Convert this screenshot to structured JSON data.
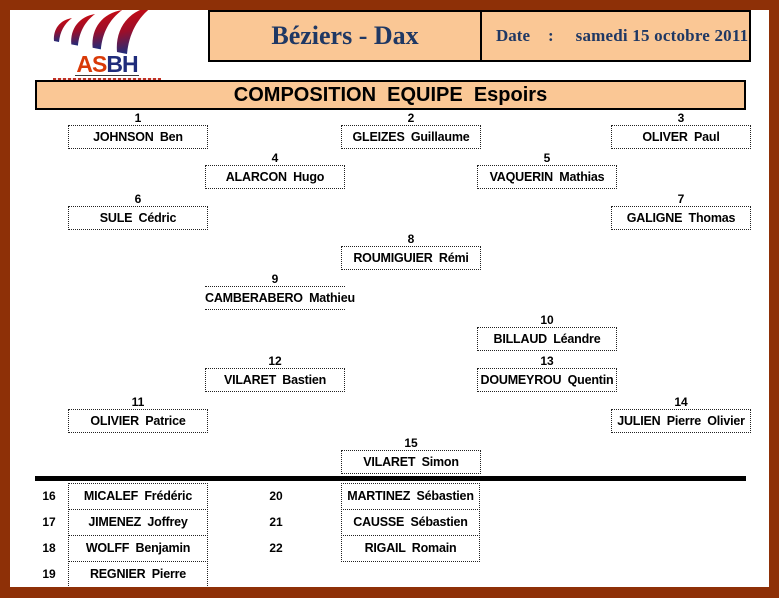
{
  "logo": {
    "as": "AS",
    "bh": "BH"
  },
  "header": {
    "match_title": "Béziers - Dax",
    "date_label": "Date",
    "date_colon": ":",
    "date_value": "samedi 15 octobre 2011"
  },
  "section_title": "COMPOSITION  EQUIPE  Espoirs",
  "starters": [
    {
      "num": "1",
      "name": "JOHNSON Ben"
    },
    {
      "num": "2",
      "name": "GLEIZES Guillaume"
    },
    {
      "num": "3",
      "name": "OLIVER Paul"
    },
    {
      "num": "4",
      "name": "ALARCON Hugo"
    },
    {
      "num": "5",
      "name": "VAQUERIN Mathias"
    },
    {
      "num": "6",
      "name": "SULE Cédric"
    },
    {
      "num": "7",
      "name": "GALIGNE Thomas"
    },
    {
      "num": "8",
      "name": "ROUMIGUIER Rémi"
    },
    {
      "num": "9",
      "name": "CAMBERABERO Mathieu"
    },
    {
      "num": "10",
      "name": "BILLAUD Léandre"
    },
    {
      "num": "11",
      "name": "OLIVIER Patrice"
    },
    {
      "num": "12",
      "name": "VILARET Bastien"
    },
    {
      "num": "13",
      "name": "DOUMEYROU Quentin"
    },
    {
      "num": "14",
      "name": "JULIEN Pierre Olivier"
    },
    {
      "num": "15",
      "name": "VILARET Simon"
    }
  ],
  "bench": [
    {
      "num": "16",
      "name": "MICALEF Frédéric"
    },
    {
      "num": "17",
      "name": "JIMENEZ Joffrey"
    },
    {
      "num": "18",
      "name": "WOLFF Benjamin"
    },
    {
      "num": "19",
      "name": "REGNIER Pierre"
    },
    {
      "num": "20",
      "name": "MARTINEZ Sébastien"
    },
    {
      "num": "21",
      "name": "CAUSSE Sébastien"
    },
    {
      "num": "22",
      "name": "RIGAIL Romain"
    }
  ],
  "colors": {
    "frame": "#8e3007",
    "panel": "#fac795",
    "navy": "#1f3864",
    "logo_red": "#d93a08",
    "logo_blue": "#1f2c7b",
    "separator": "#000000"
  }
}
